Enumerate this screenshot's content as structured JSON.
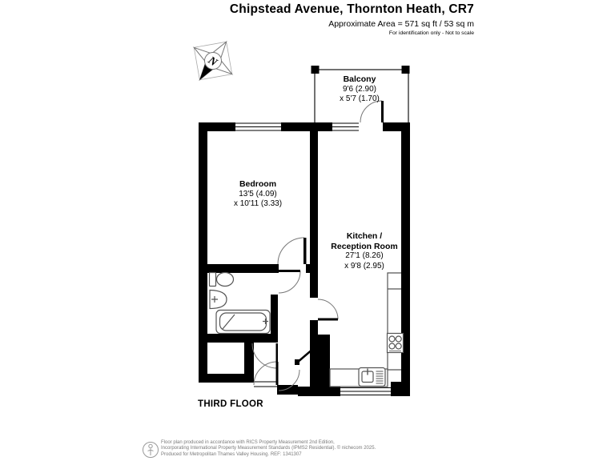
{
  "header": {
    "title": "Chipstead Avenue, Thornton Heath, CR7",
    "area_line": "Approximate Area = 571 sq ft / 53 sq m",
    "disclaimer": "For identification only - Not to scale"
  },
  "compass": {
    "letter": "N"
  },
  "plan": {
    "floor_label": "THIRD FLOOR",
    "rooms": {
      "balcony": {
        "name": "Balcony",
        "dims1": "9'6 (2.90)",
        "dims2": "x 5'7 (1.70)"
      },
      "bedroom": {
        "name": "Bedroom",
        "dims1": "13'5 (4.09)",
        "dims2": "x 10'11 (3.33)"
      },
      "kitchen": {
        "name_line1": "Kitchen /",
        "name_line2": "Reception Room",
        "dims1": "27'1 (8.26)",
        "dims2": "x 9'8 (2.95)"
      }
    }
  },
  "footer": {
    "line1": "Floor plan produced in accordance with RICS Property Measurement 2nd Edition,",
    "line2": "Incorporating International Property Measurement Standards (IPMS2 Residential).  © nichecom 2025.",
    "line3": "Produced for Metropolitan Thames Valley Housing.   REF: 1341307"
  },
  "colors": {
    "wall": "#000000",
    "fixture_line": "#555555",
    "door_arc": "#777777",
    "footer_text": "#7a7a7a"
  }
}
